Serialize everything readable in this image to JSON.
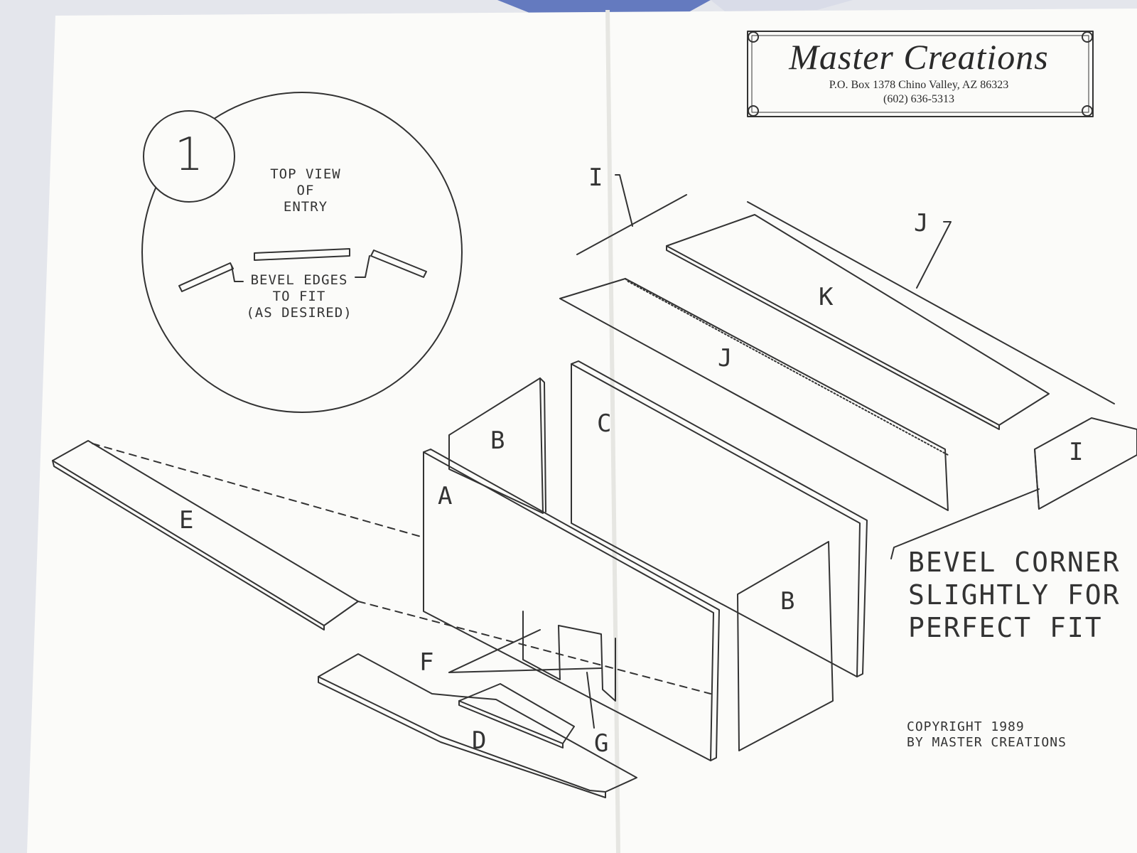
{
  "brand": {
    "name": "Master Creations",
    "address": "P.O. Box 1378    Chino Valley, AZ 86323",
    "phone": "(602) 636-5313"
  },
  "detail": {
    "number": "1",
    "title_lines": [
      "TOP VIEW",
      "OF",
      "ENTRY"
    ],
    "note_lines": [
      "BEVEL EDGES",
      "TO FIT",
      "(AS DESIRED)"
    ]
  },
  "labels": {
    "A": "A",
    "B": "B",
    "B2": "B",
    "C": "C",
    "D": "D",
    "E": "E",
    "F": "F",
    "G": "G",
    "I": "I",
    "I2": "I",
    "J": "J",
    "J2": "J",
    "K": "K"
  },
  "note": {
    "lines": [
      "BEVEL CORNER",
      "SLIGHTLY FOR",
      "PERFECT FIT"
    ]
  },
  "copyright": {
    "lines": [
      "COPYRIGHT 1989",
      "BY MASTER CREATIONS"
    ]
  },
  "colors": {
    "paper": "#fbfbf9",
    "ink": "#333333",
    "backdrop": "#dfe2ea",
    "fabric": "#3a55b0"
  }
}
